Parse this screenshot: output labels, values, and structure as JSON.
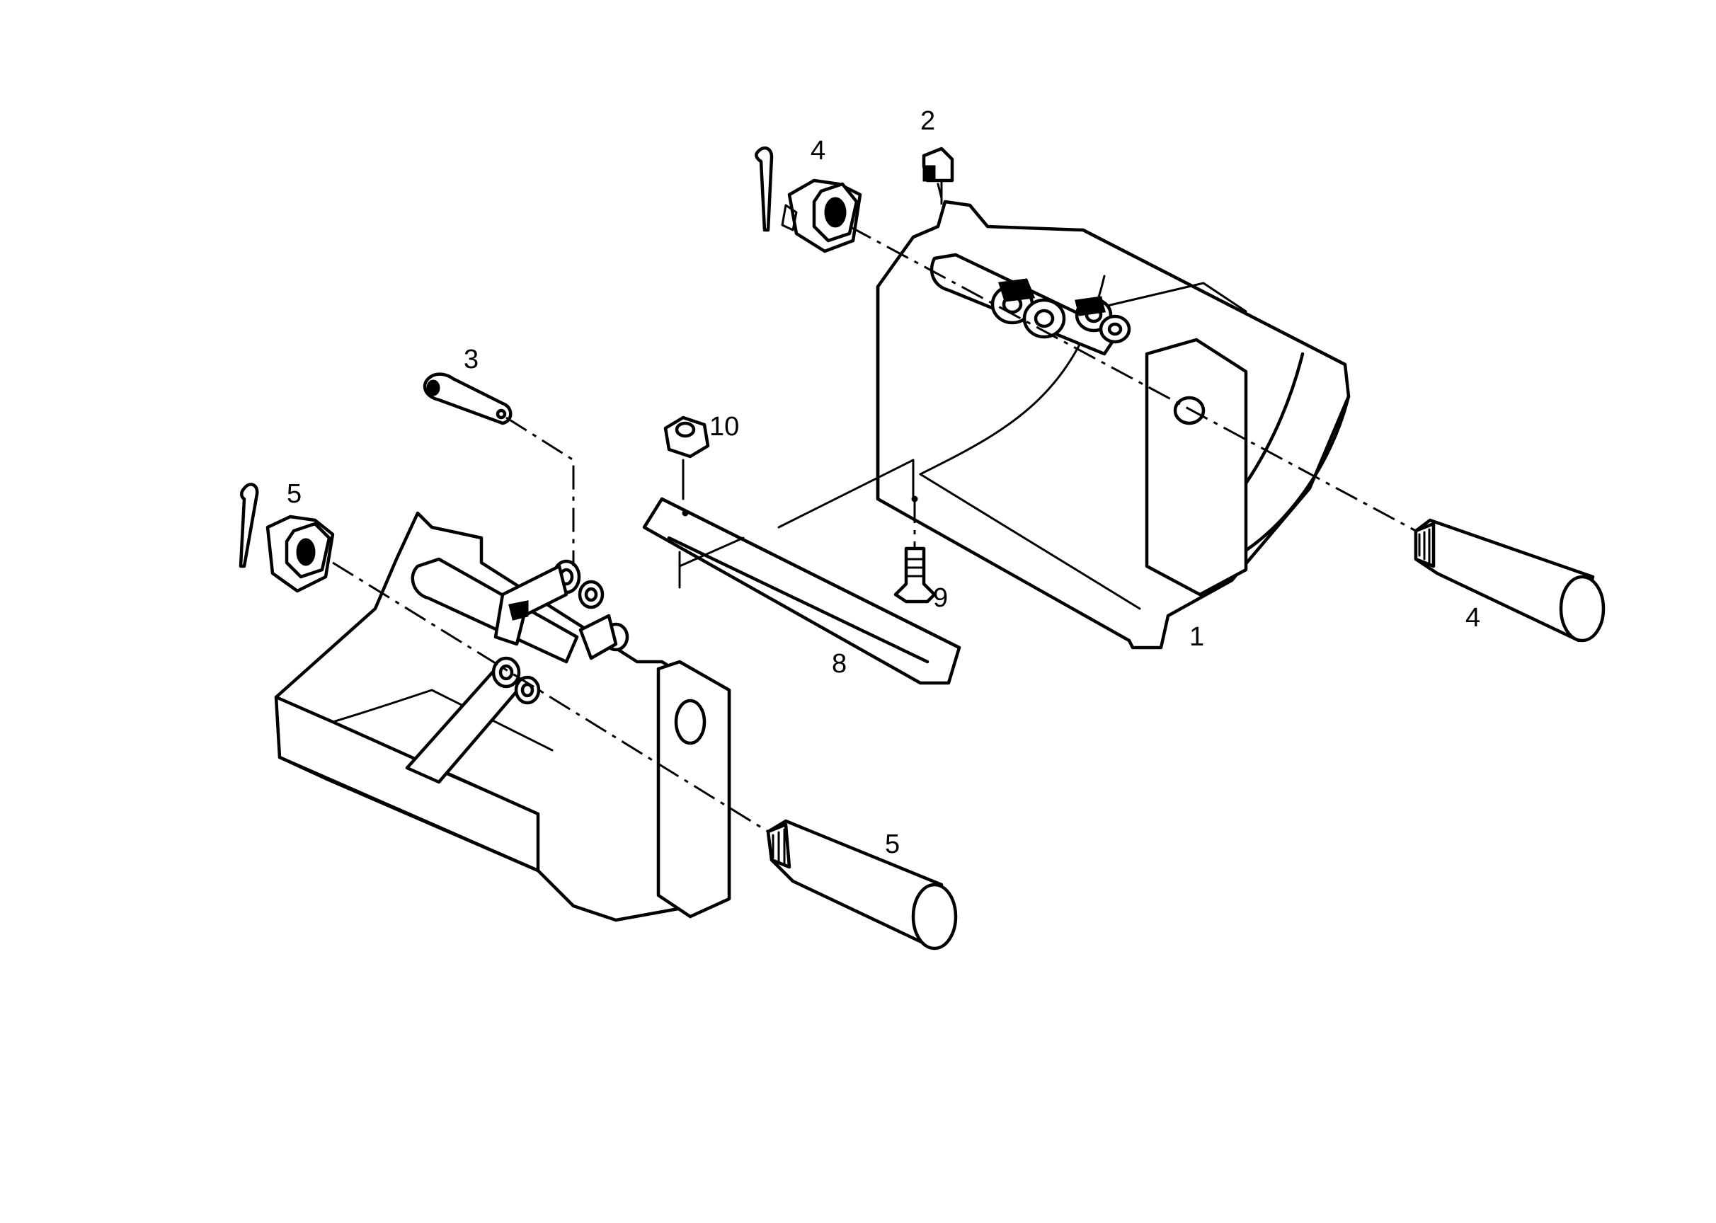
{
  "labels": {
    "p1": "1",
    "p2": "2",
    "p3": "3",
    "p4_nut": "4",
    "p4_pin": "4",
    "p5_nut": "5",
    "p5_pin": "5",
    "p8": "8",
    "p9": "9",
    "p10": "10"
  },
  "colors": {
    "ink": "#000000",
    "paper": "#ffffff"
  }
}
